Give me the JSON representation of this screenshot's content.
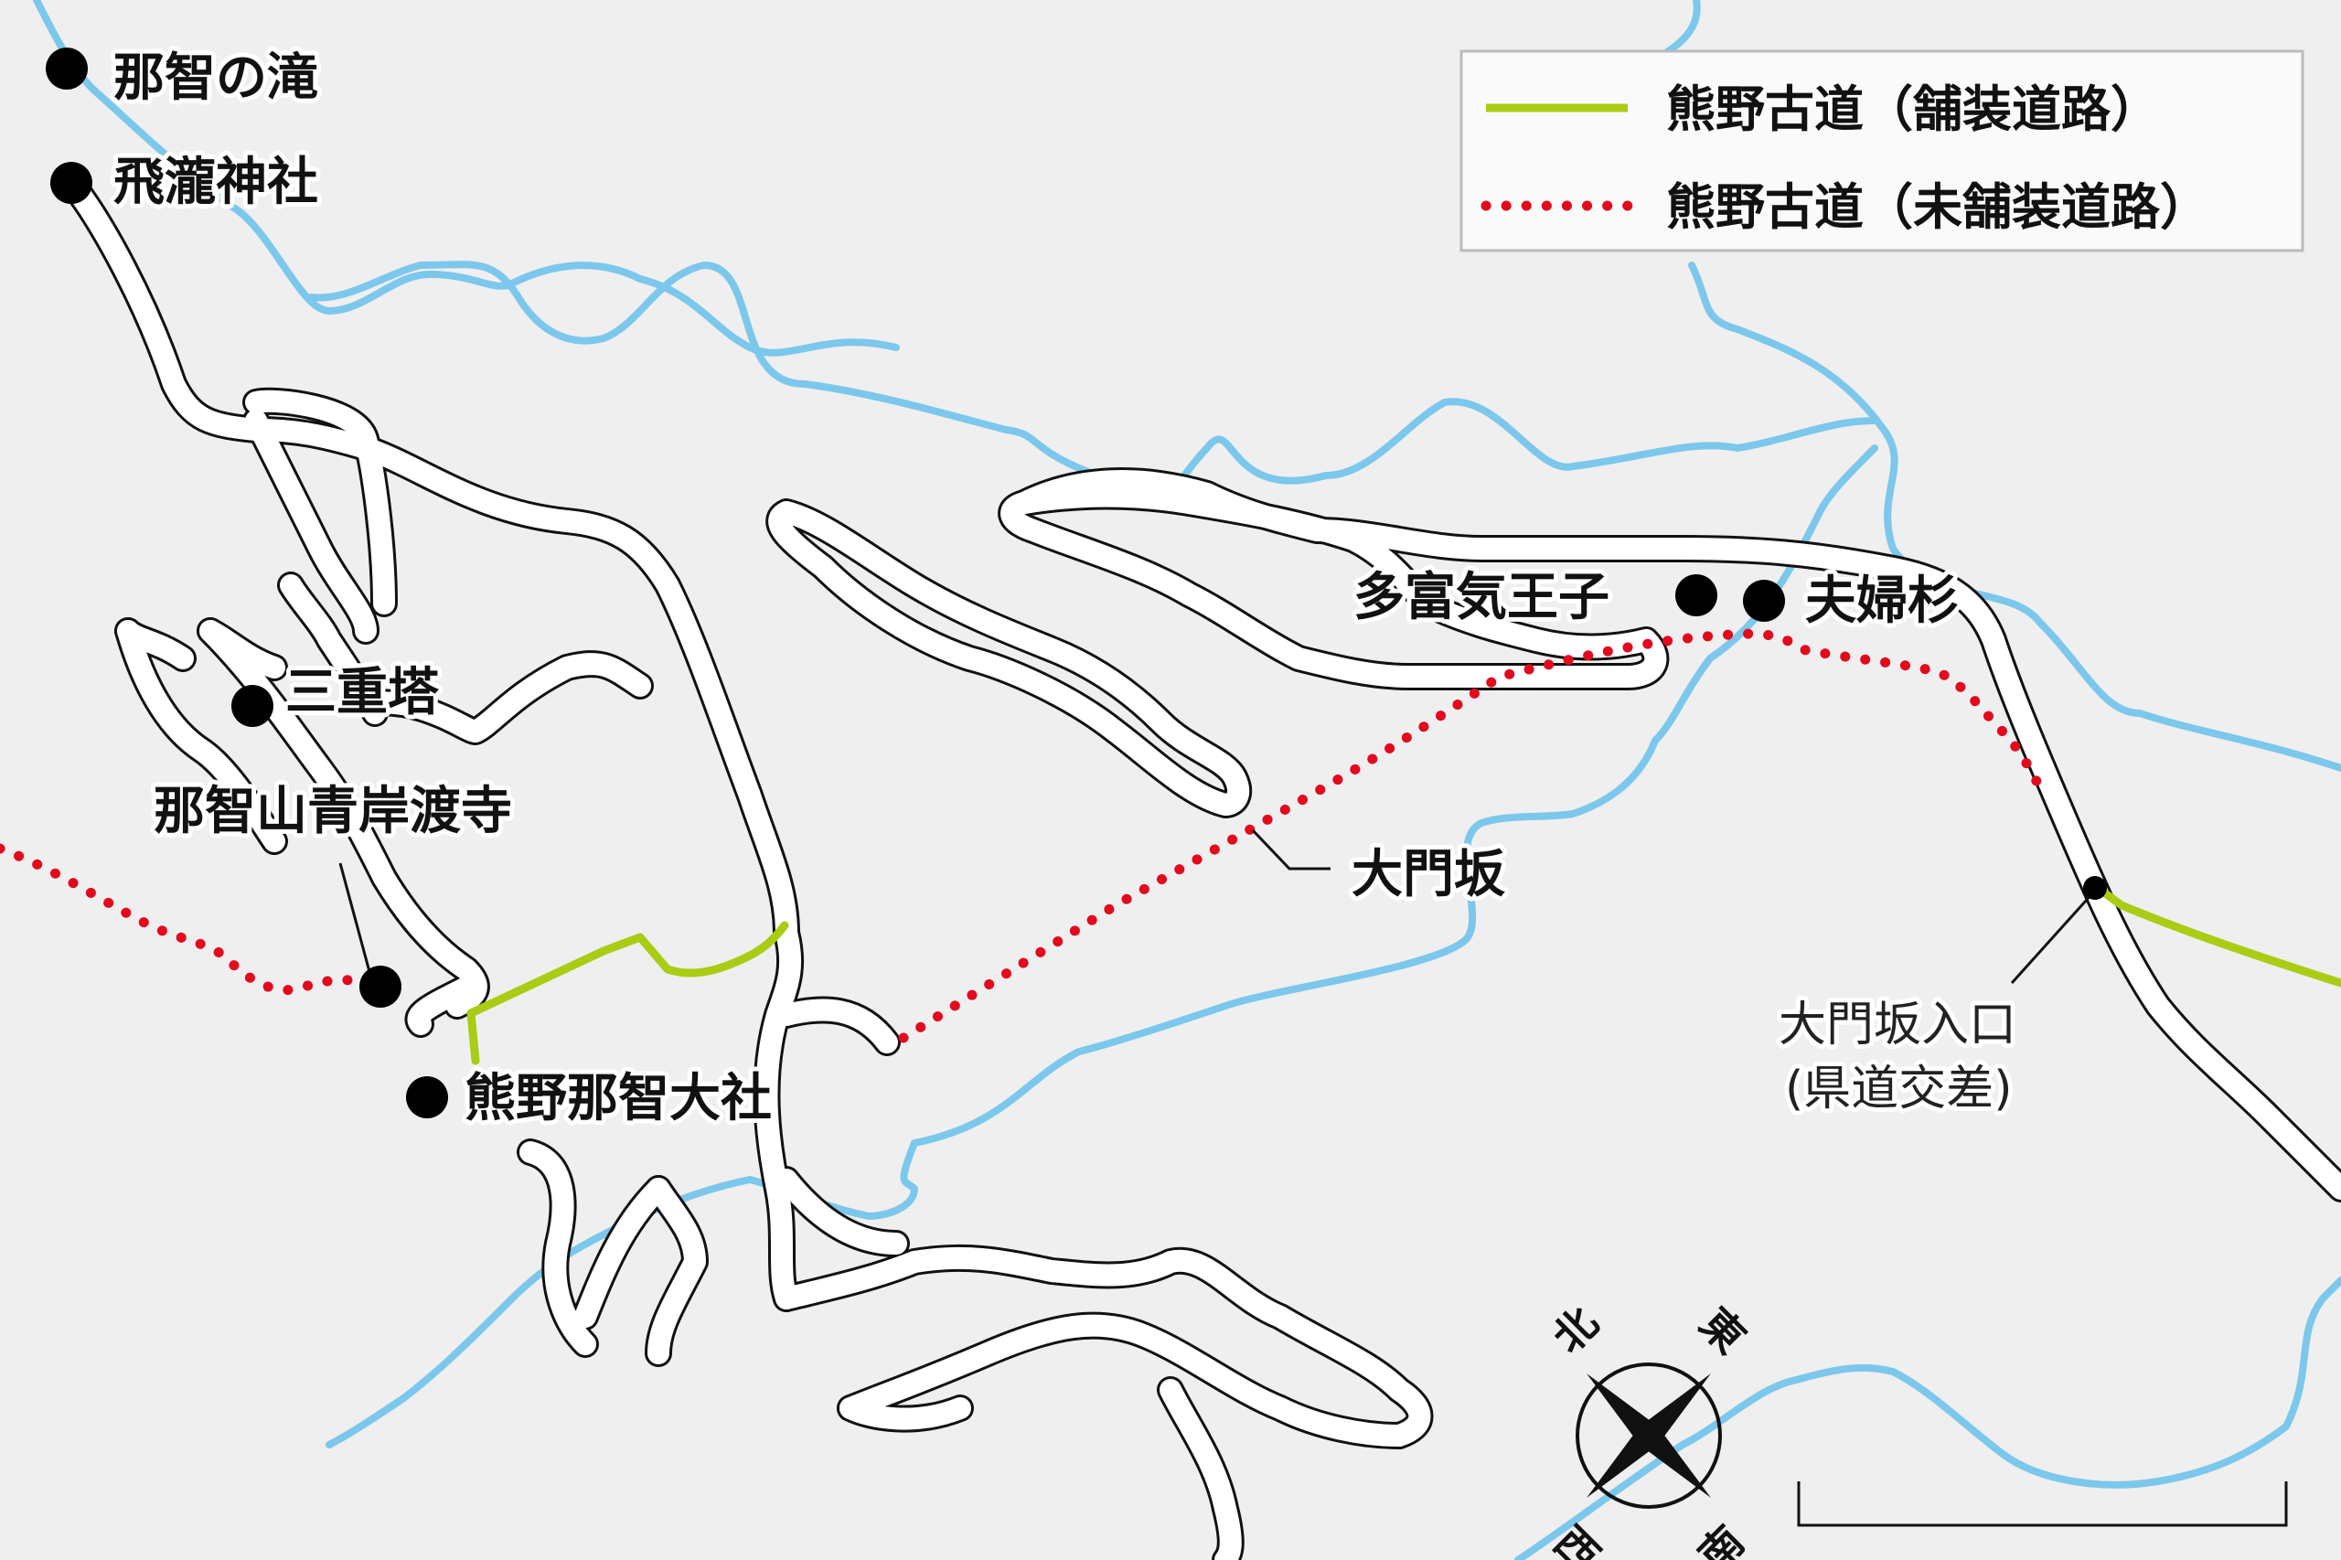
{
  "colors": {
    "background": "#efefef",
    "river": "#7cc7ec",
    "road": "#ffffff",
    "trail_paved": "#a9cc14",
    "trail_unpaved": "#e30a1e",
    "point": "#000000"
  },
  "legend": {
    "paved_label": "熊野古道（舗装道路）",
    "unpaved_label": "熊野古道（未舗装道路）"
  },
  "places": {
    "nachi_falls": "那智の滝",
    "hiro_shrine": "飛瀧神社",
    "pagoda": "三重塔",
    "seigantoji": "那智山青岸渡寺",
    "taisha": "熊野那智大社",
    "tafuki_oji": "多富気王子",
    "meoto_sugi": "夫婦杉",
    "daimonzaka": "大門坂",
    "entrance_line1": "大門坂入口",
    "entrance_line2": "(県道交差)"
  },
  "compass": {
    "north": "北",
    "east": "東",
    "south": "南",
    "west": "西"
  }
}
